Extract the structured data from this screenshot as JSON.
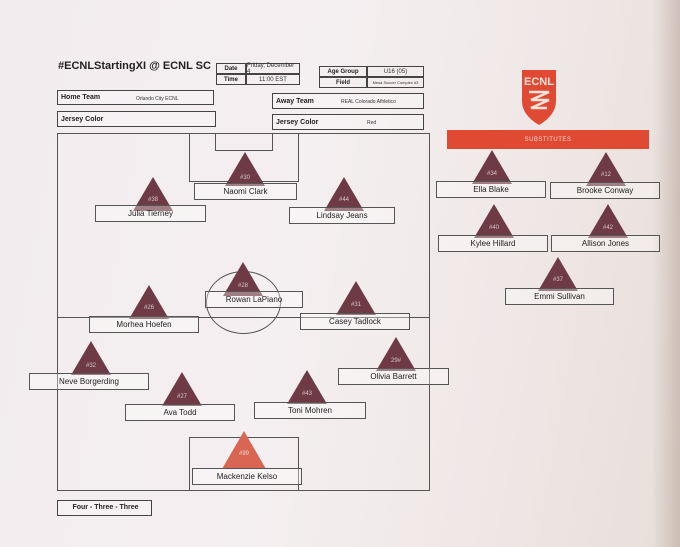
{
  "header": {
    "title": "#ECNLStartingXI @ ECNL SC",
    "date_label": "Date",
    "date_value": "Friday, December 4",
    "time_label": "Time",
    "time_value": "11:00 EST",
    "age_group_label": "Age Group",
    "age_group_value": "U16 (05)",
    "field_label": "Field",
    "field_value": "Mesa Soccer Complex #3",
    "home_team_label": "Home Team",
    "home_team_value": "Orlando City ECNL",
    "away_team_label": "Away Team",
    "away_team_value": "REAL Colorado Athletico",
    "home_jersey_label": "Jersey Color",
    "home_jersey_value": "",
    "away_jersey_label": "Jersey Color",
    "away_jersey_value": "Red"
  },
  "logo": {
    "text": "ECNL",
    "color": "#e04a33"
  },
  "colors": {
    "player": "#6e3a45",
    "goalkeeper": "#d96553",
    "accent": "#e04a33"
  },
  "lineup": [
    {
      "number": "#30",
      "name": "Naomi Clark"
    },
    {
      "number": "#38",
      "name": "Julia Tierney"
    },
    {
      "number": "#44",
      "name": "Lindsay Jeans"
    },
    {
      "number": "#28",
      "name": "Rowan LaPiano"
    },
    {
      "number": "#26",
      "name": "Morhea Hoefen"
    },
    {
      "number": "#31",
      "name": "Casey Tadlock"
    },
    {
      "number": "#32",
      "name": "Neve Borgerding"
    },
    {
      "number": "29#",
      "name": "Olivia Barrett"
    },
    {
      "number": "#27",
      "name": "Ava Todd"
    },
    {
      "number": "#43",
      "name": "Toni Mohren"
    },
    {
      "number": "#99",
      "name": "Mackenzie Kelso"
    }
  ],
  "substitutes_label": "SUBSTITUTES",
  "substitutes": [
    {
      "number": "#34",
      "name": "Ella Blake"
    },
    {
      "number": "#12",
      "name": "Brooke Conway"
    },
    {
      "number": "#40",
      "name": "Kylee Hillard"
    },
    {
      "number": "#42",
      "name": "Allison Jones"
    },
    {
      "number": "#37",
      "name": "Emmi Sullivan"
    }
  ],
  "formation": "Four - Three - Three"
}
